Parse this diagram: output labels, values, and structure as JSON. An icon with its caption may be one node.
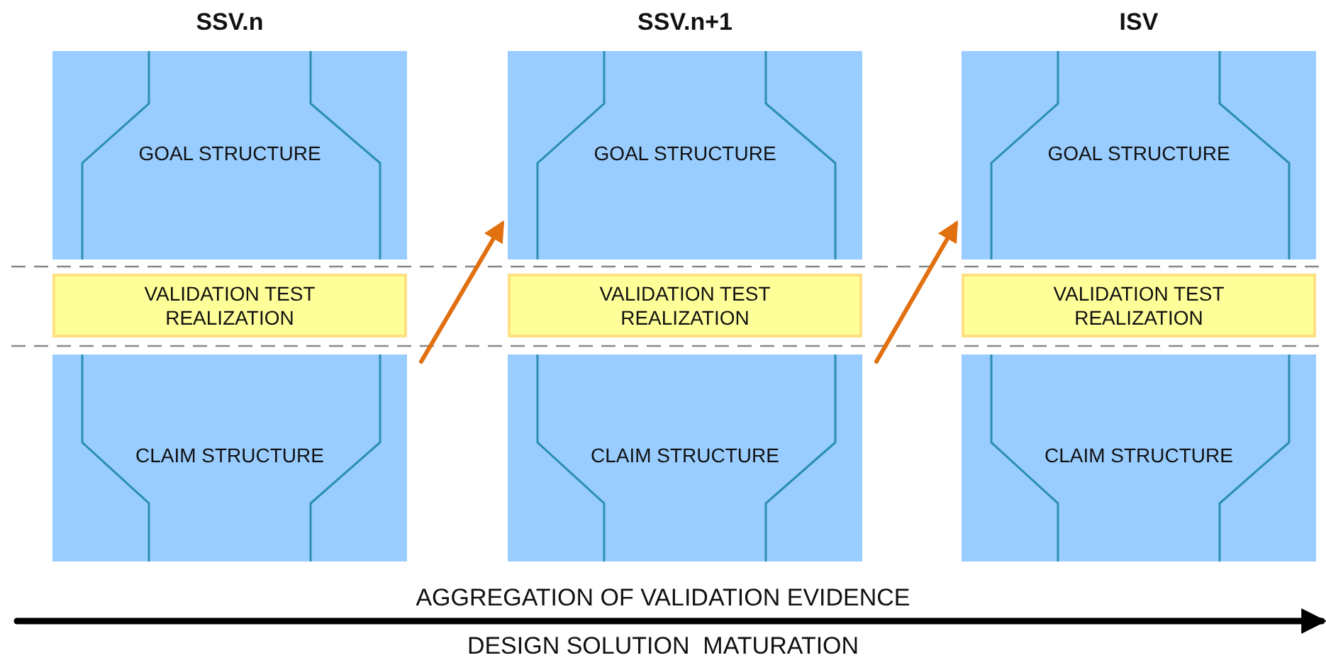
{
  "diagram": {
    "nodes": [
      {
        "text": [
          "GOAL STRUCTURE"
        ],
        "beside": [
          "SSV.n"
        ]
      },
      {
        "text": [
          "VALIDATION TEST REALIZATION"
        ]
      },
      {
        "text": [
          "CLAIM STRUCTURE"
        ]
      },
      {
        "text": [
          "GOAL STRUCTURE"
        ],
        "beside": [
          "SSV.n+1"
        ]
      },
      {
        "text": [
          "VALIDATION TEST REALIZATION"
        ]
      },
      {
        "text": [
          "CLAIM STRUCTURE"
        ]
      },
      {
        "text": [
          "GOAL STRUCTURE"
        ],
        "beside": [
          "ISV"
        ]
      },
      {
        "text": [
          "VALIDATION TEST REALIZATION"
        ]
      },
      {
        "text": [
          "CLAIM STRUCTURE"
        ]
      }
    ],
    "edges": [
      {
        "from": 2,
        "to": 3,
        "arrow": "to"
      },
      {
        "from": 5,
        "to": 6,
        "arrow": "to"
      }
    ],
    "labels": [
      "AGGREGATION OF VALIDATION EVIDENCE",
      "DESIGN SOLUTION  MATURATION"
    ]
  }
}
